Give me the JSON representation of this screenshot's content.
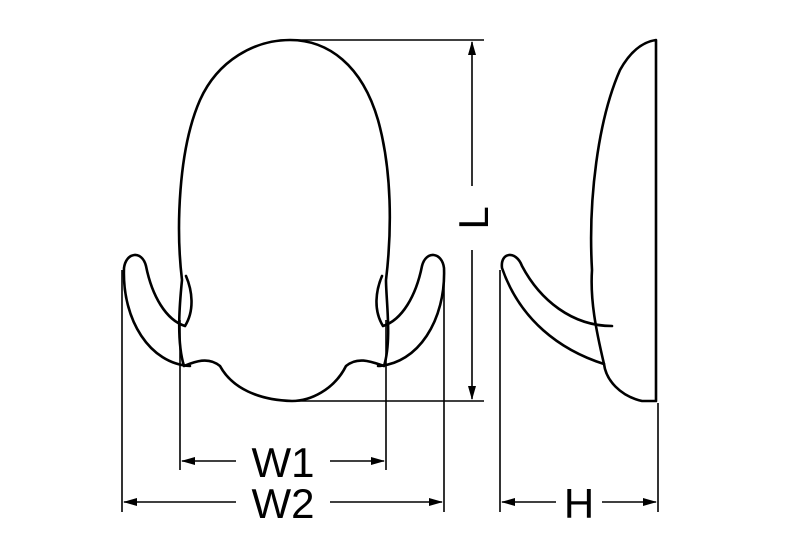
{
  "dimensions": {
    "length_label": "L",
    "inner_width_label": "W1",
    "outer_width_label": "W2",
    "height_label": "H"
  }
}
